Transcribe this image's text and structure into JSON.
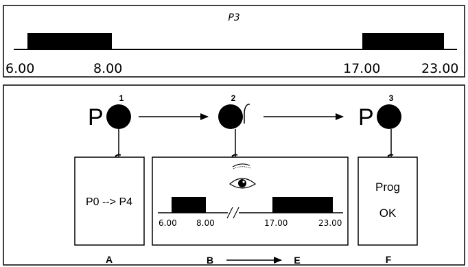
{
  "timeline": {
    "program_label": "P3",
    "times": [
      "6.00",
      "8.00",
      "17.00",
      "23.00"
    ]
  },
  "flow": {
    "step_numbers": [
      "1",
      "2",
      "3"
    ],
    "button_letter": "P",
    "boxes": {
      "a": {
        "text": "P0 --> P4",
        "caption": "A"
      },
      "b": {
        "times": [
          "6.00",
          "8.00",
          "17.00",
          "23.00"
        ],
        "caption_start": "B",
        "caption_end": "E"
      },
      "f": {
        "line1": "Prog",
        "line2": "OK",
        "caption": "F"
      }
    }
  }
}
